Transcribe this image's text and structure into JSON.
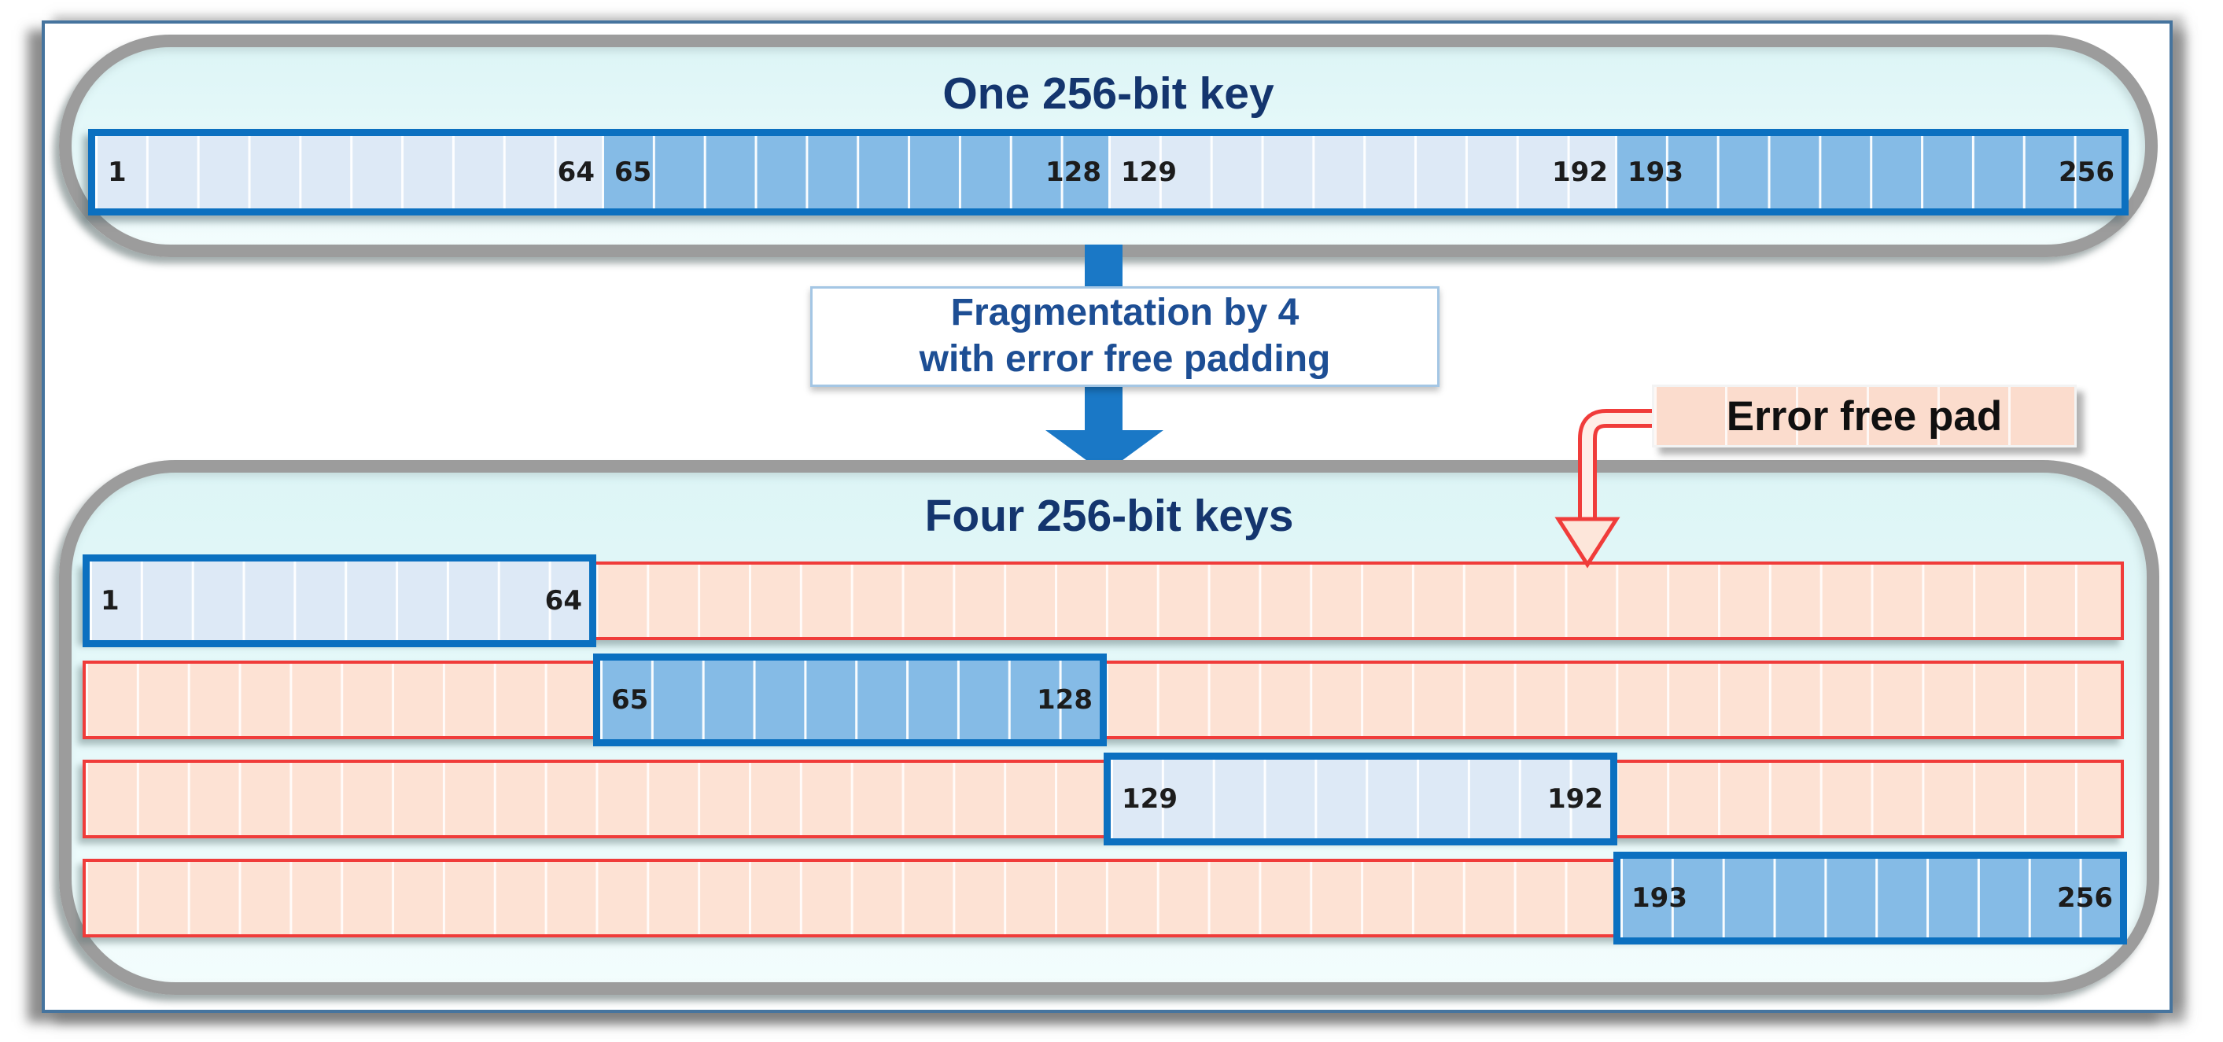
{
  "top_panel": {
    "title": "One 256-bit key",
    "bar": {
      "segments": [
        {
          "start_label": "1",
          "end_label": "64",
          "tone": "light"
        },
        {
          "start_label": "65",
          "end_label": "128",
          "tone": "medium"
        },
        {
          "start_label": "129",
          "end_label": "192",
          "tone": "light"
        },
        {
          "start_label": "193",
          "end_label": "256",
          "tone": "medium"
        }
      ]
    }
  },
  "fragmentation": {
    "line1": "Fragmentation by 4",
    "line2": "with error free padding"
  },
  "error_free_pad": {
    "label": "Error free pad"
  },
  "bottom_panel": {
    "title": "Four 256-bit keys",
    "keys": [
      {
        "start_label": "1",
        "end_label": "64",
        "tone": "light",
        "quarter": 1
      },
      {
        "start_label": "65",
        "end_label": "128",
        "tone": "medium",
        "quarter": 2
      },
      {
        "start_label": "129",
        "end_label": "192",
        "tone": "light",
        "quarter": 3
      },
      {
        "start_label": "193",
        "end_label": "256",
        "tone": "medium",
        "quarter": 4
      }
    ]
  },
  "colors": {
    "frame_border": "#46749e",
    "panel_border": "#9c9c9c",
    "panel_fill": "#ddf5f6",
    "key_border_blue": "#0b70c0",
    "segment_light_blue": "#dde9f6",
    "segment_medium_blue": "#85bbe6",
    "pad_fill_peach": "#fde2d4",
    "pad_border_red": "#f03c3a",
    "arrow_blue": "#1a78c6",
    "title_navy": "#14356e"
  }
}
